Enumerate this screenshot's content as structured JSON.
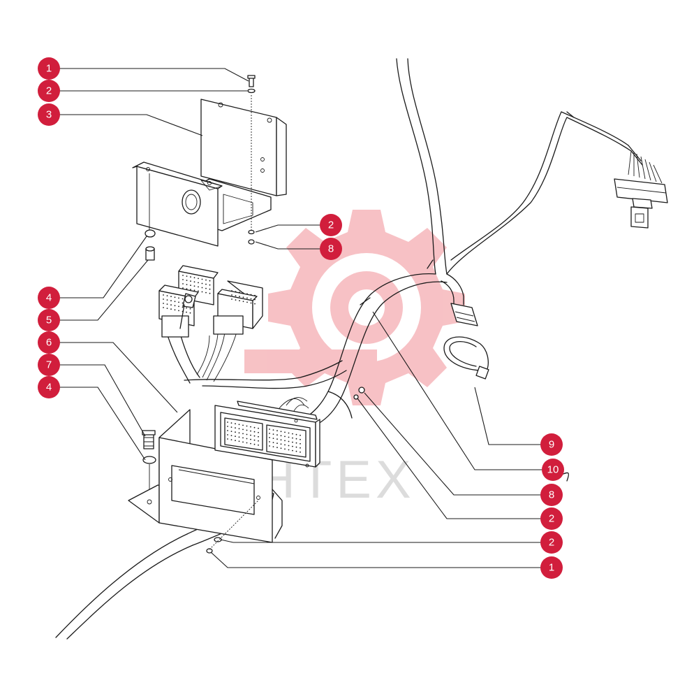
{
  "colors": {
    "callout": "#d11e3c",
    "line": "#1a1a1a",
    "watermark_gear": "#f6b7bb",
    "watermark_text": "#dcdcdc"
  },
  "watermark": {
    "text": "HTEX"
  },
  "callouts": [
    {
      "label": "1",
      "side": "left"
    },
    {
      "label": "2",
      "side": "left"
    },
    {
      "label": "3",
      "side": "left"
    },
    {
      "label": "2",
      "side": "right"
    },
    {
      "label": "8",
      "side": "right"
    },
    {
      "label": "4",
      "side": "left"
    },
    {
      "label": "5",
      "side": "left"
    },
    {
      "label": "6",
      "side": "left"
    },
    {
      "label": "7",
      "side": "left"
    },
    {
      "label": "4",
      "side": "left"
    },
    {
      "label": "9",
      "side": "right"
    },
    {
      "label": "10",
      "side": "right"
    },
    {
      "label": "8",
      "side": "right"
    },
    {
      "label": "2",
      "side": "right"
    },
    {
      "label": "2",
      "side": "right"
    },
    {
      "label": "1",
      "side": "right"
    }
  ]
}
